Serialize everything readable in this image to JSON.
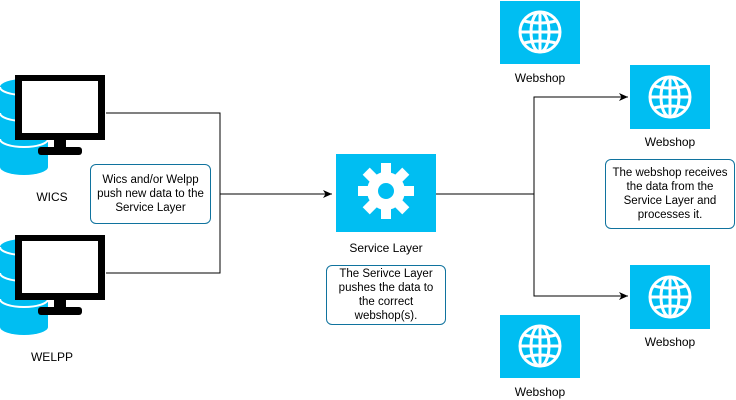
{
  "colors": {
    "accent": "#00BEF2",
    "icon_dark": "#000000",
    "note_border": "#10739E",
    "line": "#000000"
  },
  "nodes": {
    "wics": {
      "label": "WICS",
      "icon": "database-monitor-icon"
    },
    "welpp": {
      "label": "WELPP",
      "icon": "database-monitor-icon"
    },
    "service_layer": {
      "label": "Service Layer",
      "icon": "gear-icon"
    },
    "webshops": [
      {
        "label": "Webshop",
        "icon": "globe-icon"
      },
      {
        "label": "Webshop",
        "icon": "globe-icon"
      },
      {
        "label": "Webshop",
        "icon": "globe-icon"
      },
      {
        "label": "Webshop",
        "icon": "globe-icon"
      }
    ]
  },
  "notes": {
    "push_note": "Wics and/or Welpp\npush new data to the\nService Layer",
    "service_note": "The Serivce Layer\npushes the data to\nthe correct\nwebshop(s).",
    "webshop_note": "The webshop receives\nthe data from the\nService Layer and\nprocesses it."
  }
}
